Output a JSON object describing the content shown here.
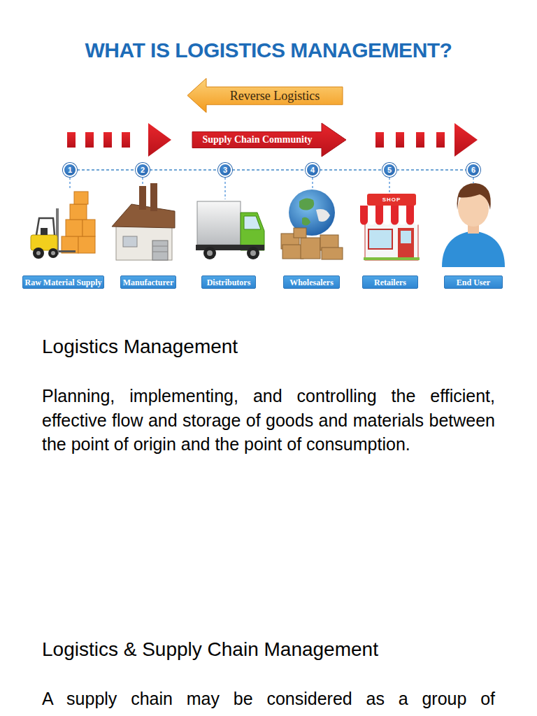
{
  "diagram": {
    "title": "WHAT IS LOGISTICS MANAGEMENT?",
    "nodes": [
      {
        "text": [
          "Reverse Logistics"
        ]
      },
      {
        "text": [
          "Supply Chain Community"
        ]
      },
      {
        "text": [
          "1"
        ]
      },
      {
        "text": [
          "2"
        ]
      },
      {
        "text": [
          "3"
        ]
      },
      {
        "text": [
          "4"
        ]
      },
      {
        "text": [
          "5"
        ]
      },
      {
        "text": [
          "6"
        ]
      },
      {
        "text": [
          "Raw Material Supply"
        ]
      },
      {
        "text": [
          "Manufacturer"
        ]
      },
      {
        "text": [
          "Distributors"
        ]
      },
      {
        "text": [
          "Wholesalers"
        ]
      },
      {
        "text": [
          "Retailers"
        ]
      },
      {
        "text": [
          "End User"
        ]
      }
    ],
    "edges": [
      {
        "from": 2,
        "to": 3,
        "arrow": "none"
      },
      {
        "from": 3,
        "to": 4,
        "arrow": "none"
      },
      {
        "from": 4,
        "to": 5,
        "arrow": "none"
      },
      {
        "from": 5,
        "to": 6,
        "arrow": "none"
      },
      {
        "from": 6,
        "to": 7,
        "arrow": "none"
      }
    ],
    "labels": [
      "SHOP",
      "Logistics Management",
      "Planning, implementing, and controlling the efficient, effective flow and storage of goods and materials between the point of origin and the point of consumption.",
      "Logistics & Supply Chain Management",
      "A supply chain may be considered as a group of"
    ]
  }
}
